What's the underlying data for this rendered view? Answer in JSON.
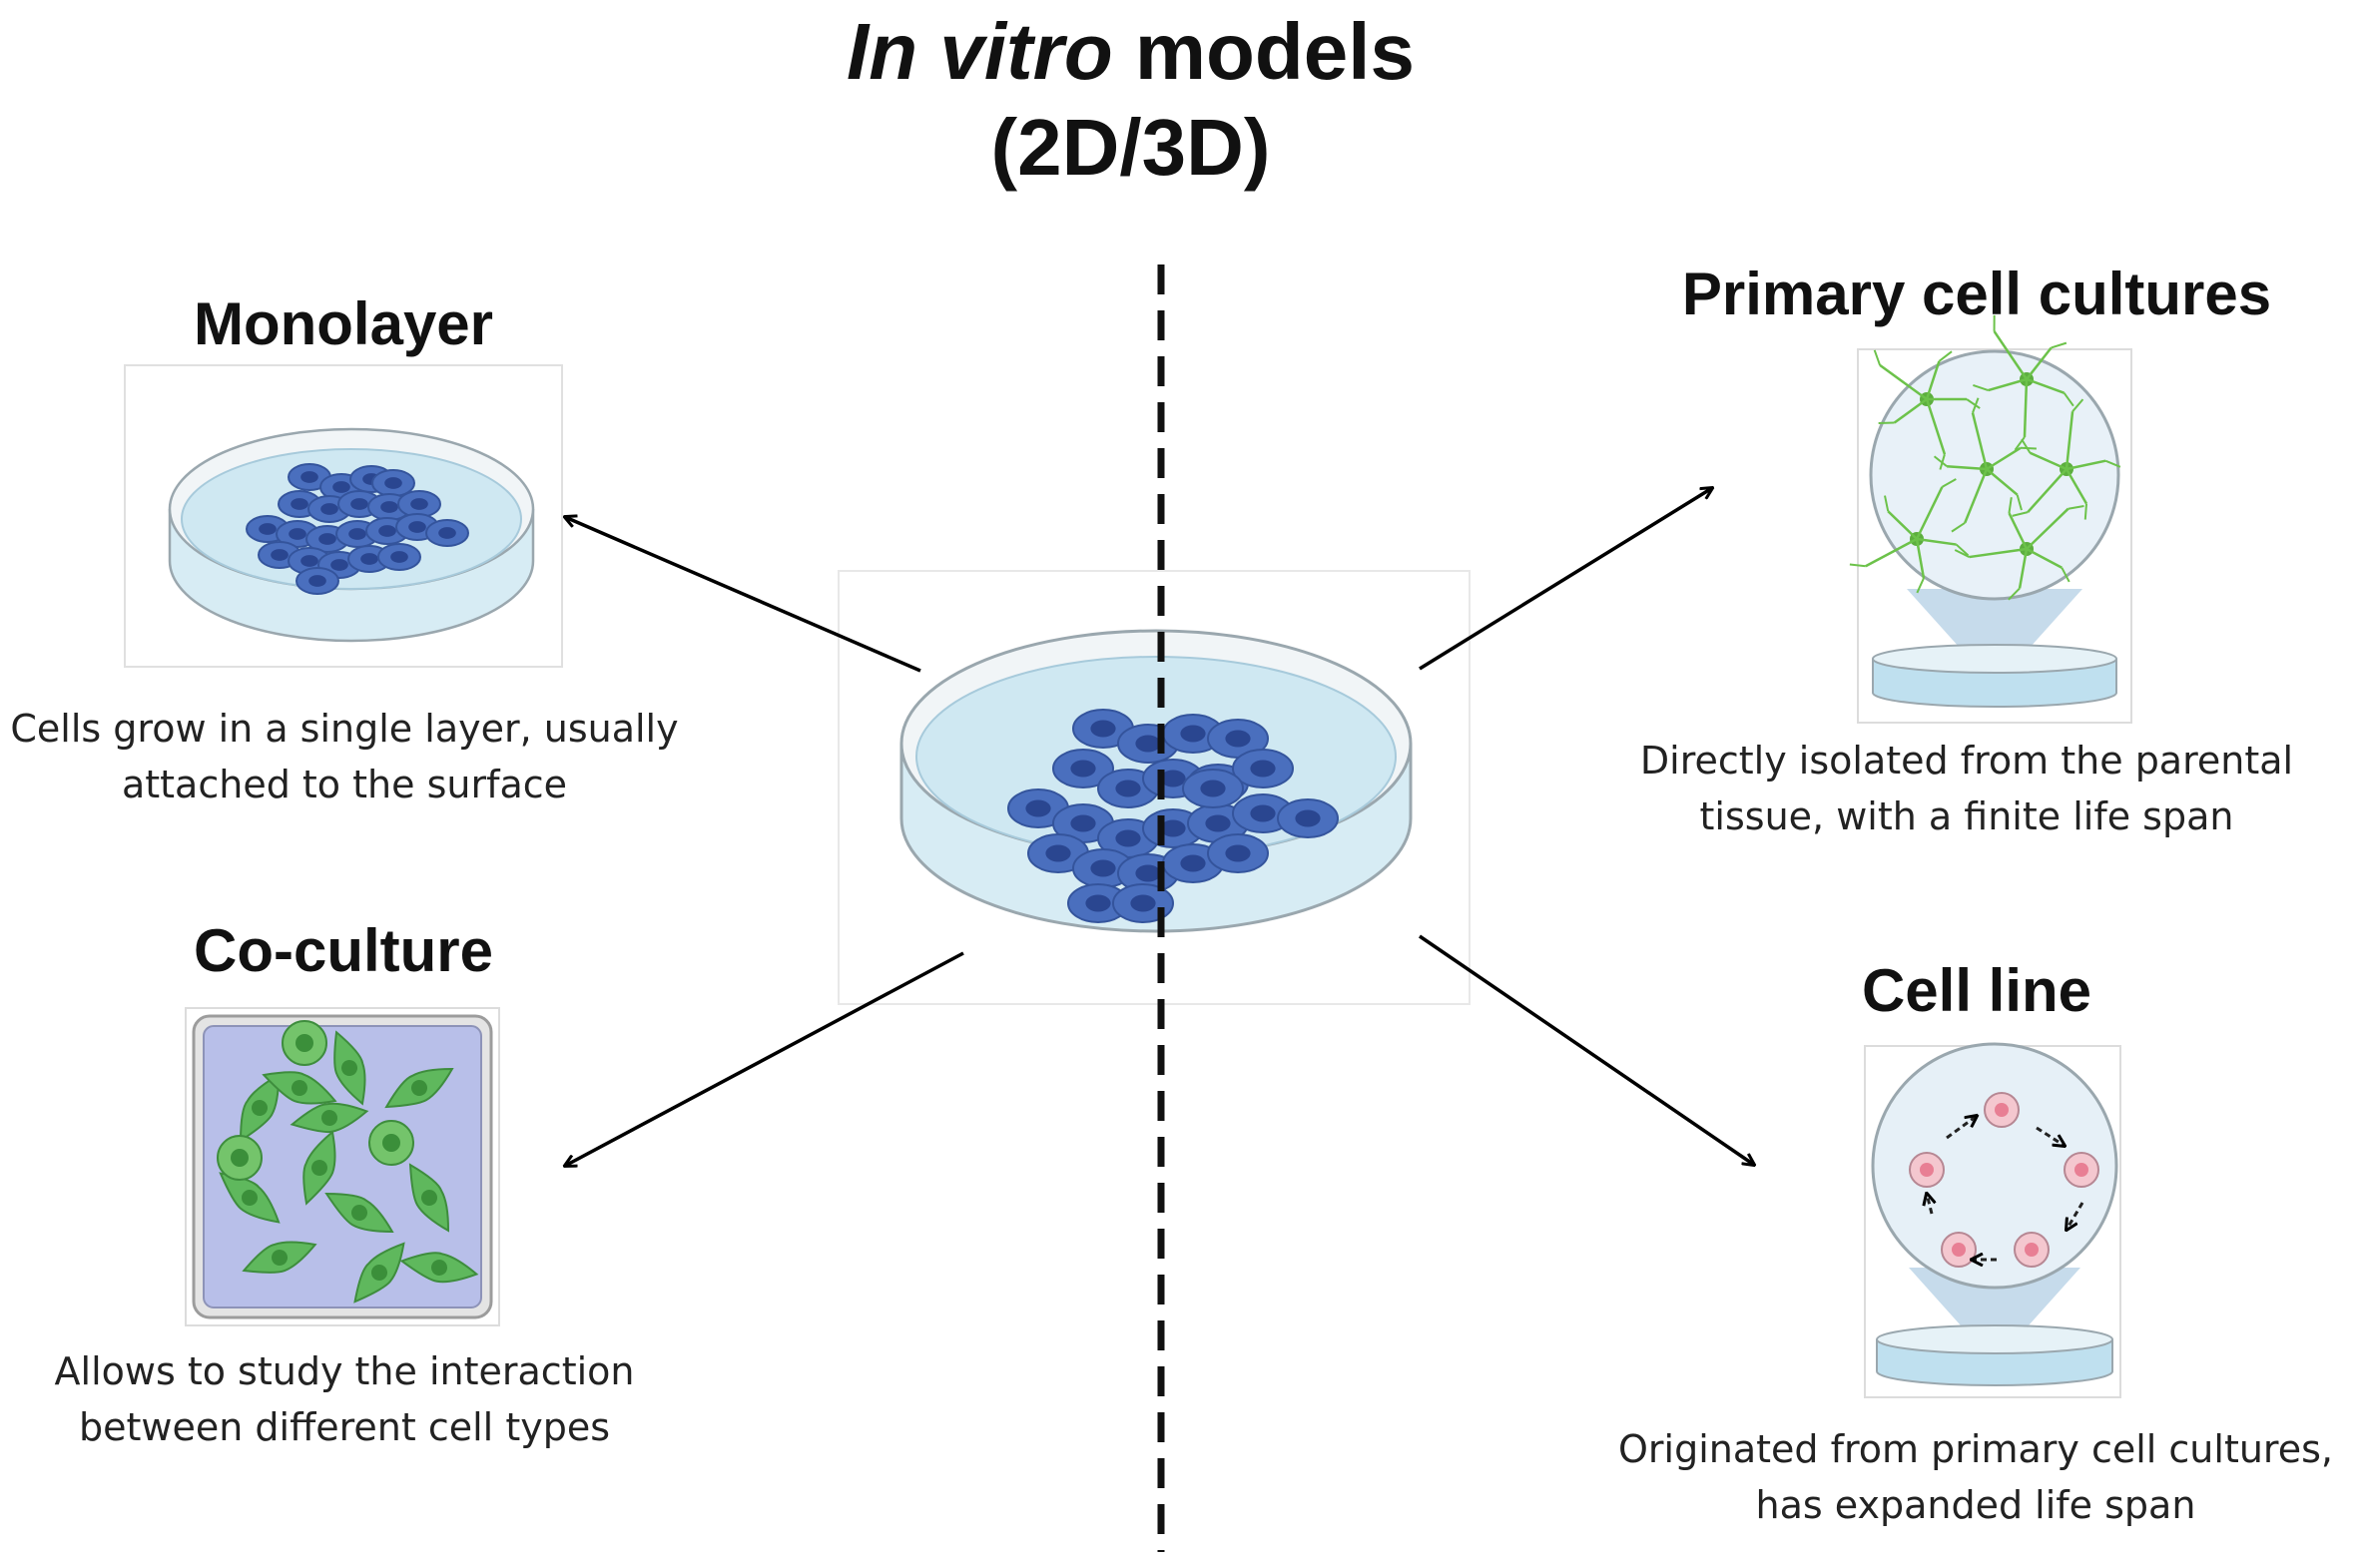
{
  "title": {
    "italic": "In vitro",
    "rest": " models",
    "line2": "(2D/3D)"
  },
  "monolayer": {
    "heading": "Monolayer",
    "desc_line1": "Cells grow in a single layer, usually",
    "desc_line2": "attached to the surface"
  },
  "coculture": {
    "heading": "Co-culture",
    "desc_line1": "Allows to study the interaction",
    "desc_line2": "between different cell types"
  },
  "primary": {
    "heading": "Primary cell cultures",
    "desc_line1": "Directly isolated from the parental",
    "desc_line2": "tissue, with a finite life span"
  },
  "cellline": {
    "heading": "Cell line",
    "desc_line1": "Originated from primary cell cultures,",
    "desc_line2": "has expanded life span"
  },
  "colors": {
    "dish_liquid": "#cde8f2",
    "dish_rim": "#e6eef2",
    "cell_dark": "#3d5ea8",
    "cell_light": "#4a74c0",
    "neuron_green": "#6cc24a",
    "coculture_bg": "#b7bfe8",
    "coculture_cell": "#5cb85c"
  }
}
